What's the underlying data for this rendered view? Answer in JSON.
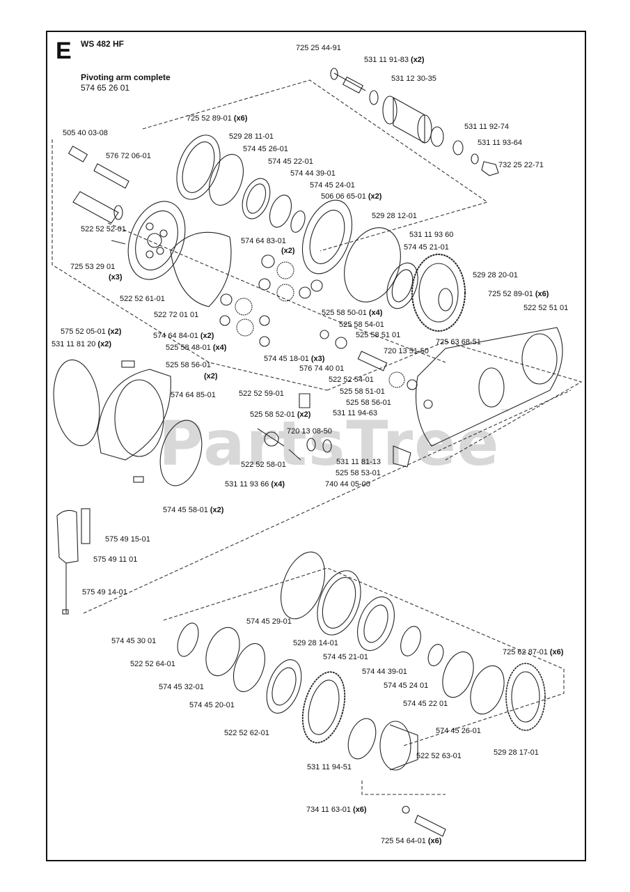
{
  "header": {
    "section_letter": "E",
    "model": "WS 482 HF",
    "assembly_title": "Pivoting arm complete",
    "assembly_number": "574 65 26 01"
  },
  "watermark": {
    "text": "PartsTree",
    "mark": "™"
  },
  "labels": [
    {
      "id": "l1",
      "text": "725 25 44-91",
      "qty": ""
    },
    {
      "id": "l2",
      "text": "531 11 91-83",
      "qty": "(x2)"
    },
    {
      "id": "l3",
      "text": "531 12 30-35",
      "qty": ""
    },
    {
      "id": "l4",
      "text": "725 52 89-01",
      "qty": "(x6)"
    },
    {
      "id": "l5",
      "text": "529 28 11-01",
      "qty": ""
    },
    {
      "id": "l6",
      "text": "574 45 26-01",
      "qty": ""
    },
    {
      "id": "l7",
      "text": "574 45 22-01",
      "qty": ""
    },
    {
      "id": "l8",
      "text": "531 11 92-74",
      "qty": ""
    },
    {
      "id": "l9",
      "text": "531 11 93-64",
      "qty": ""
    },
    {
      "id": "l10",
      "text": "732 25 22-71",
      "qty": ""
    },
    {
      "id": "l11",
      "text": "505 40 03-08",
      "qty": ""
    },
    {
      "id": "l12",
      "text": "576 72 06-01",
      "qty": ""
    },
    {
      "id": "l13",
      "text": "574 44 39-01",
      "qty": ""
    },
    {
      "id": "l14",
      "text": "574 45 24-01",
      "qty": ""
    },
    {
      "id": "l15",
      "text": "506 06 65-01",
      "qty": "(x2)"
    },
    {
      "id": "l16",
      "text": "529 28 12-01",
      "qty": ""
    },
    {
      "id": "l17",
      "text": "522 52 52-01",
      "qty": ""
    },
    {
      "id": "l18",
      "text": "531 11 93 60",
      "qty": ""
    },
    {
      "id": "l19",
      "text": "574 64 83-01",
      "qty": ""
    },
    {
      "id": "l20",
      "text": "(x2)",
      "qty": ""
    },
    {
      "id": "l21",
      "text": "574 45 21-01",
      "qty": ""
    },
    {
      "id": "l22",
      "text": "725 53 29 01",
      "qty": ""
    },
    {
      "id": "l23",
      "text": "(x3)",
      "qty": ""
    },
    {
      "id": "l24",
      "text": "529 28 20-01",
      "qty": ""
    },
    {
      "id": "l25",
      "text": "725 52 89-01",
      "qty": "(x6)"
    },
    {
      "id": "l26",
      "text": "522 52 61-01",
      "qty": ""
    },
    {
      "id": "l27",
      "text": "522 52 51 01",
      "qty": ""
    },
    {
      "id": "l28",
      "text": "525 58 50-01",
      "qty": "(x4)"
    },
    {
      "id": "l29",
      "text": "522 72 01 01",
      "qty": ""
    },
    {
      "id": "l30",
      "text": "525 58 54-01",
      "qty": ""
    },
    {
      "id": "l31",
      "text": "525 58 51 01",
      "qty": ""
    },
    {
      "id": "l32",
      "text": "575 52 05-01",
      "qty": "(x2)"
    },
    {
      "id": "l33",
      "text": "574 64 84-01",
      "qty": "(x2)"
    },
    {
      "id": "l34",
      "text": "725 63 68-51",
      "qty": ""
    },
    {
      "id": "l35",
      "text": "531 11 81 20",
      "qty": "(x2)"
    },
    {
      "id": "l36",
      "text": "525 58 48-01",
      "qty": "(x4)"
    },
    {
      "id": "l37",
      "text": "720 13 51-50",
      "qty": ""
    },
    {
      "id": "l38",
      "text": "574 45 18-01",
      "qty": "(x3)"
    },
    {
      "id": "l39",
      "text": "525 58 56-01",
      "qty": ""
    },
    {
      "id": "l40",
      "text": "(x2)",
      "qty": ""
    },
    {
      "id": "l41",
      "text": "576 74 40 01",
      "qty": ""
    },
    {
      "id": "l42",
      "text": "522 52 54-01",
      "qty": ""
    },
    {
      "id": "l43",
      "text": "574 64 85-01",
      "qty": ""
    },
    {
      "id": "l44",
      "text": "522 52 59-01",
      "qty": ""
    },
    {
      "id": "l45",
      "text": "525 58 51-01",
      "qty": ""
    },
    {
      "id": "l46",
      "text": "525 58 56-01",
      "qty": ""
    },
    {
      "id": "l47",
      "text": "525 58 52-01",
      "qty": "(x2)"
    },
    {
      "id": "l48",
      "text": "531 11 94-63",
      "qty": ""
    },
    {
      "id": "l49",
      "text": "720 13 08-50",
      "qty": ""
    },
    {
      "id": "l50",
      "text": "522 52 58-01",
      "qty": ""
    },
    {
      "id": "l51",
      "text": "531 11 81-13",
      "qty": ""
    },
    {
      "id": "l52",
      "text": "525 58 53-01",
      "qty": ""
    },
    {
      "id": "l53",
      "text": "531 11 93 66",
      "qty": "(x4)"
    },
    {
      "id": "l54",
      "text": "740 44 05-00",
      "qty": ""
    },
    {
      "id": "l55",
      "text": "574 45 58-01",
      "qty": "(x2)"
    },
    {
      "id": "l56",
      "text": "575 49 15-01",
      "qty": ""
    },
    {
      "id": "l57",
      "text": "575 49 11 01",
      "qty": ""
    },
    {
      "id": "l58",
      "text": "575 49 14-01",
      "qty": ""
    },
    {
      "id": "l59",
      "text": "574 45 29-01",
      "qty": ""
    },
    {
      "id": "l60",
      "text": "574 45 30 01",
      "qty": ""
    },
    {
      "id": "l61",
      "text": "529 28 14-01",
      "qty": ""
    },
    {
      "id": "l62",
      "text": "522 52 64-01",
      "qty": ""
    },
    {
      "id": "l63",
      "text": "574 45 21-01",
      "qty": ""
    },
    {
      "id": "l64",
      "text": "725 62 87-01",
      "qty": "(x6)"
    },
    {
      "id": "l65",
      "text": "574 44 39-01",
      "qty": ""
    },
    {
      "id": "l66",
      "text": "574 45 32-01",
      "qty": ""
    },
    {
      "id": "l67",
      "text": "574 45 24 01",
      "qty": ""
    },
    {
      "id": "l68",
      "text": "574 45 22 01",
      "qty": ""
    },
    {
      "id": "l69",
      "text": "574 45 20-01",
      "qty": ""
    },
    {
      "id": "l70",
      "text": "574 45 26-01",
      "qty": ""
    },
    {
      "id": "l71",
      "text": "522 52 62-01",
      "qty": ""
    },
    {
      "id": "l72",
      "text": "522 52 63-01",
      "qty": ""
    },
    {
      "id": "l73",
      "text": "529 28 17-01",
      "qty": ""
    },
    {
      "id": "l74",
      "text": "531 11 94-51",
      "qty": ""
    },
    {
      "id": "l75",
      "text": "734 11 63-01",
      "qty": "(x6)"
    },
    {
      "id": "l76",
      "text": "725 54 64-01",
      "qty": "(x6)"
    }
  ]
}
